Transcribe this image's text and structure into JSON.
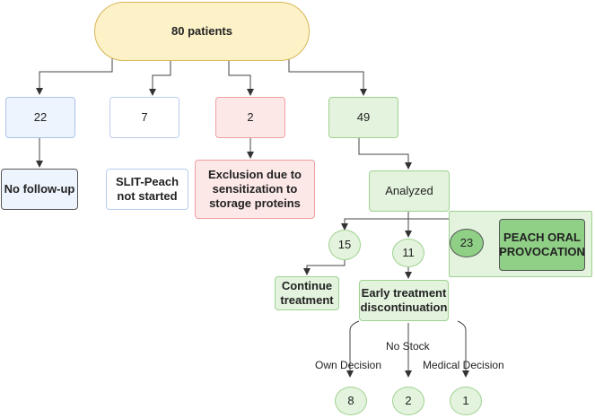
{
  "nodes": {
    "root": "80 patients",
    "n22": "22",
    "n7": "7",
    "n2": "2",
    "n49": "49",
    "no_followup": "No follow-up",
    "slit_not_started": "SLIT-Peach\nnot started",
    "exclusion": "Exclusion due to\nsensitization to\nstorage proteins",
    "analyzed": "Analyzed",
    "c15": "15",
    "c11": "11",
    "c23": "23",
    "peach_oral": "PEACH ORAL\nPROVOCATION",
    "continue_treatment": "Continue\ntreatment",
    "early_discontinuation": "Early treatment\ndiscontinuation",
    "c8": "8",
    "c2": "2",
    "c1": "1"
  },
  "edge_labels": {
    "no_stock": "No Stock",
    "own_decision": "Own Decision",
    "medical_decision": "Medical Decision"
  },
  "colors": {
    "root_fill": "#fdf1c8",
    "blue_fill": "#eef4fd",
    "red_fill": "#fde8e8",
    "green_fill": "#e3f3de",
    "green_dark": "#8fcf86",
    "green_border": "#82b366",
    "line": "#444444"
  }
}
